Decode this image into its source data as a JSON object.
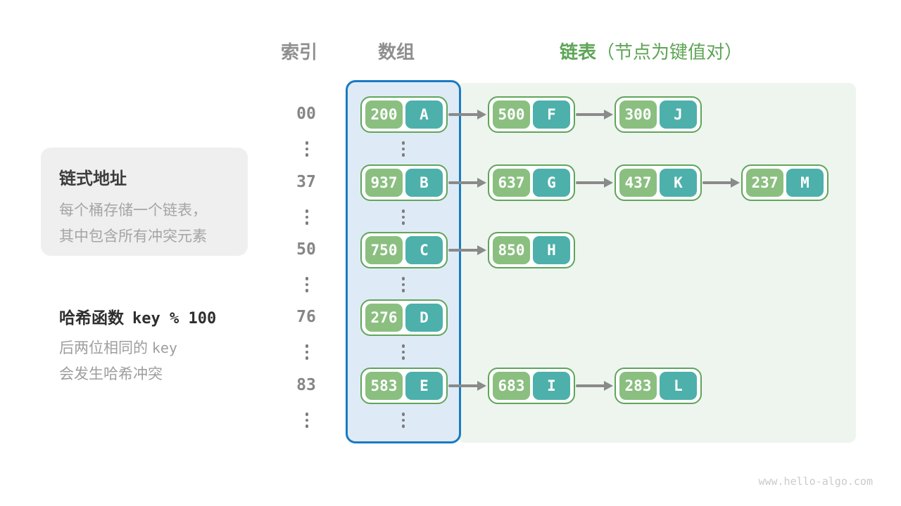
{
  "headers": {
    "index": "索引",
    "array": "数组",
    "list_bold": "链表",
    "list_note": "（节点为键值对）"
  },
  "legend_box": {
    "title": "链式地址",
    "line1": "每个桶存储一个链表，",
    "line2": "其中包含所有冲突元素"
  },
  "hash_note": {
    "title_cn": "哈希函数",
    "title_code": "key % 100",
    "line1_prefix": "后两位相同的",
    "line1_code": "key",
    "line2": "会发生哈希冲突"
  },
  "watermark": "www.hello-algo.com",
  "diagram": {
    "ellipsis_between_rows": true,
    "rows": [
      {
        "index": "00",
        "chain": [
          {
            "key": "200",
            "value": "A"
          },
          {
            "key": "500",
            "value": "F"
          },
          {
            "key": "300",
            "value": "J"
          }
        ]
      },
      {
        "index": "37",
        "chain": [
          {
            "key": "937",
            "value": "B"
          },
          {
            "key": "637",
            "value": "G"
          },
          {
            "key": "437",
            "value": "K"
          },
          {
            "key": "237",
            "value": "M"
          }
        ]
      },
      {
        "index": "50",
        "chain": [
          {
            "key": "750",
            "value": "C"
          },
          {
            "key": "850",
            "value": "H"
          }
        ]
      },
      {
        "index": "76",
        "chain": [
          {
            "key": "276",
            "value": "D"
          }
        ]
      },
      {
        "index": "83",
        "chain": [
          {
            "key": "583",
            "value": "E"
          },
          {
            "key": "683",
            "value": "I"
          },
          {
            "key": "283",
            "value": "L"
          }
        ]
      }
    ]
  },
  "colors": {
    "key_pill": "#8abf80",
    "value_pill": "#4db0ab",
    "node_border": "#60a55b",
    "array_bg": "#deebf7",
    "array_border": "#1a7ac2",
    "list_bg": "#edf5ee",
    "arrow": "#8a8a8a",
    "header_green": "#5ea556",
    "header_gray": "#8f8f8f",
    "index_gray": "#868686",
    "legend_bg": "#efefef",
    "legend_title": "#3d3d3d",
    "legend_text": "#a5a5a5",
    "hash_title": "#2f2f2f",
    "hash_note": "#9e9e9e",
    "watermark": "#cacaca"
  }
}
